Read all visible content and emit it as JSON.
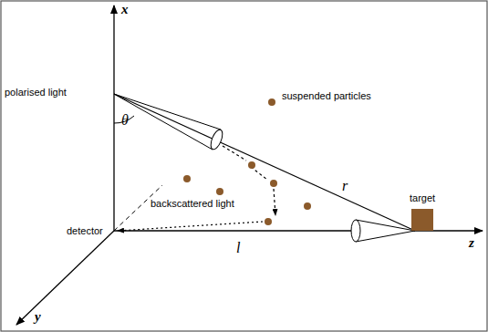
{
  "diagram": {
    "labels": [
      "x",
      "polarised light",
      "θ",
      "suspended particles",
      "r",
      "target",
      "backscattered light",
      "detector",
      "l",
      "z",
      "y"
    ]
  }
}
